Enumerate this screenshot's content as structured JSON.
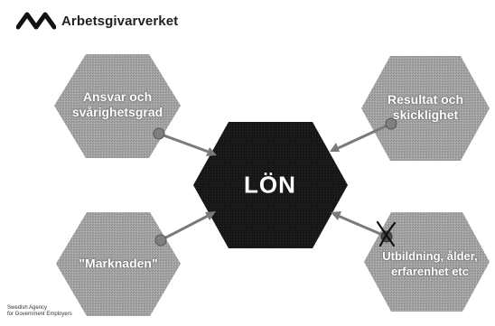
{
  "brand": {
    "name": "Arbetsgivarverket",
    "logo_icon": "arbetsgivarverket-wave-logo-icon"
  },
  "center": {
    "label": "LÖN"
  },
  "factors": {
    "top_left": {
      "line1": "Ansvar och",
      "line2": "svårighetsgrad"
    },
    "top_right": {
      "line1": "Resultat och",
      "line2": "skicklighet"
    },
    "bottom_left": {
      "line1": "\"Marknaden\"",
      "line2": ""
    },
    "bottom_right": {
      "line1": "Utbildning, ålder,",
      "line2": "erfarenhet etc"
    }
  },
  "footer": {
    "line1": "Swedish Agency",
    "line2": "for Government Employers"
  },
  "colors": {
    "hexagon": "#9c9c9c",
    "center": "#1a1a1a",
    "connector": "#7a7a7a",
    "cross": "#111111"
  }
}
